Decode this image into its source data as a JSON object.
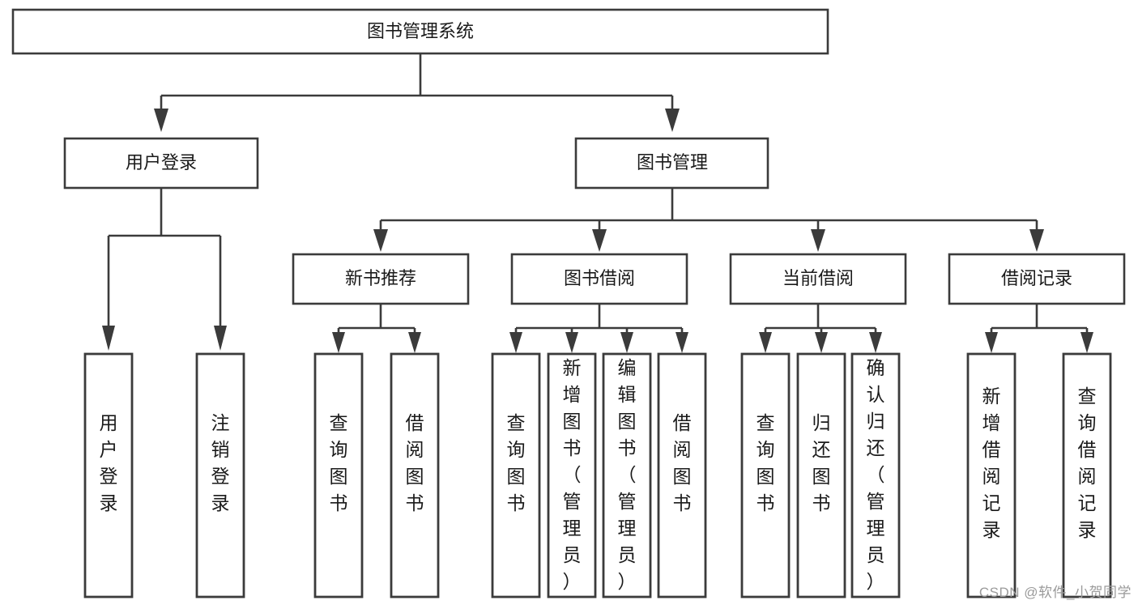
{
  "diagram": {
    "type": "tree-hierarchy",
    "title": "图书管理系统",
    "colors": {
      "stroke": "#3b3b3b",
      "fill": "#ffffff",
      "text": "#1a1a1a",
      "watermark": "#9a9a9a",
      "background": "#ffffff"
    },
    "root": {
      "id": "root",
      "label": "图书管理系统"
    },
    "level2": [
      {
        "id": "user-login",
        "label": "用户登录"
      },
      {
        "id": "book-management",
        "label": "图书管理"
      }
    ],
    "level3": [
      {
        "id": "new-book-recommend",
        "label": "新书推荐",
        "parent": "book-management"
      },
      {
        "id": "book-borrow",
        "label": "图书借阅",
        "parent": "book-management"
      },
      {
        "id": "current-borrow",
        "label": "当前借阅",
        "parent": "book-management"
      },
      {
        "id": "borrow-record",
        "label": "借阅记录",
        "parent": "book-management"
      }
    ],
    "leaves": {
      "user-login": [
        {
          "id": "leaf-user-login",
          "label": "用户登录"
        },
        {
          "id": "leaf-logout-login",
          "label": "注销登录"
        }
      ],
      "new-book-recommend": [
        {
          "id": "leaf-query-book-1",
          "label": "查询图书"
        },
        {
          "id": "leaf-borrow-book-1",
          "label": "借阅图书"
        }
      ],
      "book-borrow": [
        {
          "id": "leaf-query-book-2",
          "label": "查询图书"
        },
        {
          "id": "leaf-add-book",
          "label": "新增图书（管理员）"
        },
        {
          "id": "leaf-edit-book",
          "label": "编辑图书（管理员）"
        },
        {
          "id": "leaf-borrow-book-2",
          "label": "借阅图书"
        }
      ],
      "current-borrow": [
        {
          "id": "leaf-query-book-3",
          "label": "查询图书"
        },
        {
          "id": "leaf-return-book",
          "label": "归还图书"
        },
        {
          "id": "leaf-confirm-return",
          "label": "确认归还（管理员）"
        }
      ],
      "borrow-record": [
        {
          "id": "leaf-add-record",
          "label": "新增借阅记录"
        },
        {
          "id": "leaf-query-record",
          "label": "查询借阅记录"
        }
      ]
    }
  },
  "watermark": {
    "text": "CSDN @软件_小贺同学"
  }
}
